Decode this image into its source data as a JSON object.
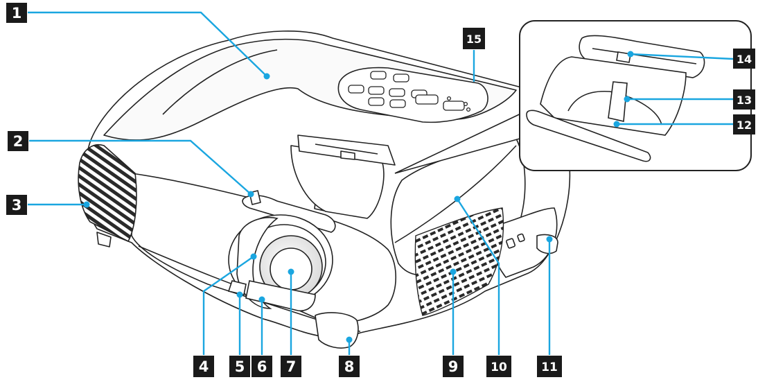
{
  "callouts": [
    {
      "id": "1",
      "label": "1"
    },
    {
      "id": "2",
      "label": "2"
    },
    {
      "id": "3",
      "label": "3"
    },
    {
      "id": "4",
      "label": "4"
    },
    {
      "id": "5",
      "label": "5"
    },
    {
      "id": "6",
      "label": "6"
    },
    {
      "id": "7",
      "label": "7"
    },
    {
      "id": "8",
      "label": "8"
    },
    {
      "id": "9",
      "label": "9"
    },
    {
      "id": "10",
      "label": "10"
    },
    {
      "id": "11",
      "label": "11"
    },
    {
      "id": "12",
      "label": "12"
    },
    {
      "id": "13",
      "label": "13"
    },
    {
      "id": "14",
      "label": "14"
    },
    {
      "id": "15",
      "label": "15"
    }
  ],
  "colors": {
    "leader": "#1aa6e0",
    "badge": "#1a1a1a",
    "outline": "#222222"
  }
}
